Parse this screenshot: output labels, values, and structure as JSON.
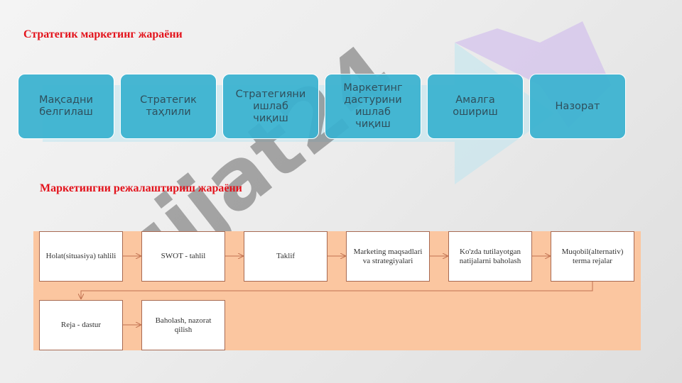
{
  "title_strategic": "Стратегик маркетинг жараёни",
  "title_planning": "Маркетингни режалаштириш жараёни",
  "strategic_stages": [
    "Мақсадни\nбелгилаш",
    "Стратегик\nтаҳлили",
    "Стратегияни\nишлаб\nчиқиш",
    "Маркетинг\nдастурини\nишлаб\nчиқиш",
    "Амалга\nошириш",
    "Назорат"
  ],
  "planning_steps": [
    "Holat(situasiya) tahlili",
    "SWOT - tahlil",
    "Taklif",
    "Marketing maqsadlari va strategiyalari",
    "Ko'zda tutilayotgan natijalarni baholash",
    "Muqobil(alternativ) terma rejalar",
    "Reja - dastur",
    "Baholash, nazorat qilish"
  ],
  "watermark_text": "Hujjat24",
  "colors": {
    "title_red": "#e3121b",
    "stage_fill": "#39b2d0",
    "panel_fill": "#fbc6a0",
    "box_border": "#a86a52",
    "arrow": "#c0704f"
  }
}
